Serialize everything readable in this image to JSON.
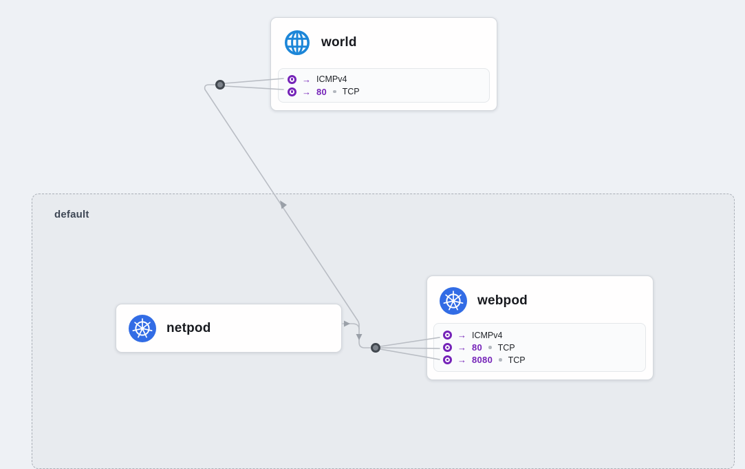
{
  "namespace": {
    "label": "default"
  },
  "nodes": {
    "world": {
      "title": "world",
      "icon": "globe-icon",
      "ports": [
        {
          "name": "ICMPv4"
        },
        {
          "number": "80",
          "protocol": "TCP"
        }
      ]
    },
    "netpod": {
      "title": "netpod",
      "icon": "kubernetes-icon",
      "ports": []
    },
    "webpod": {
      "title": "webpod",
      "icon": "kubernetes-icon",
      "ports": [
        {
          "name": "ICMPv4"
        },
        {
          "number": "80",
          "protocol": "TCP"
        },
        {
          "number": "8080",
          "protocol": "TCP"
        }
      ]
    }
  },
  "edges": [
    {
      "from": "netpod",
      "to": "world"
    },
    {
      "from": "netpod",
      "to": "webpod"
    }
  ],
  "colors": {
    "accent_purple": "#7523b8",
    "globe_blue": "#1c86d8",
    "kubernetes_blue": "#326ce5",
    "edge_gray": "#b9bdc4",
    "arrowhead_gray": "#9aa0a8",
    "junction_ring": "#42484f",
    "junction_fill": "#7d838b",
    "canvas_bg": "#eef1f5",
    "namespace_bg": "#e8ebef"
  }
}
